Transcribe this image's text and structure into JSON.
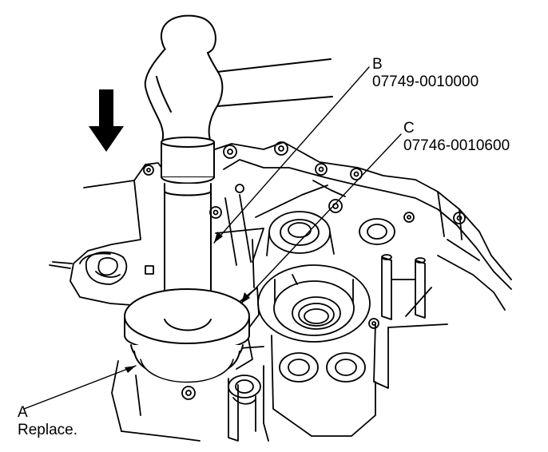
{
  "callouts": {
    "a": {
      "letter": "A",
      "text": "Replace."
    },
    "b": {
      "letter": "B",
      "text": "07749-0010000"
    },
    "c": {
      "letter": "C",
      "text": "07746-0010600"
    }
  },
  "colors": {
    "ink": "#000000",
    "paper": "#ffffff"
  }
}
